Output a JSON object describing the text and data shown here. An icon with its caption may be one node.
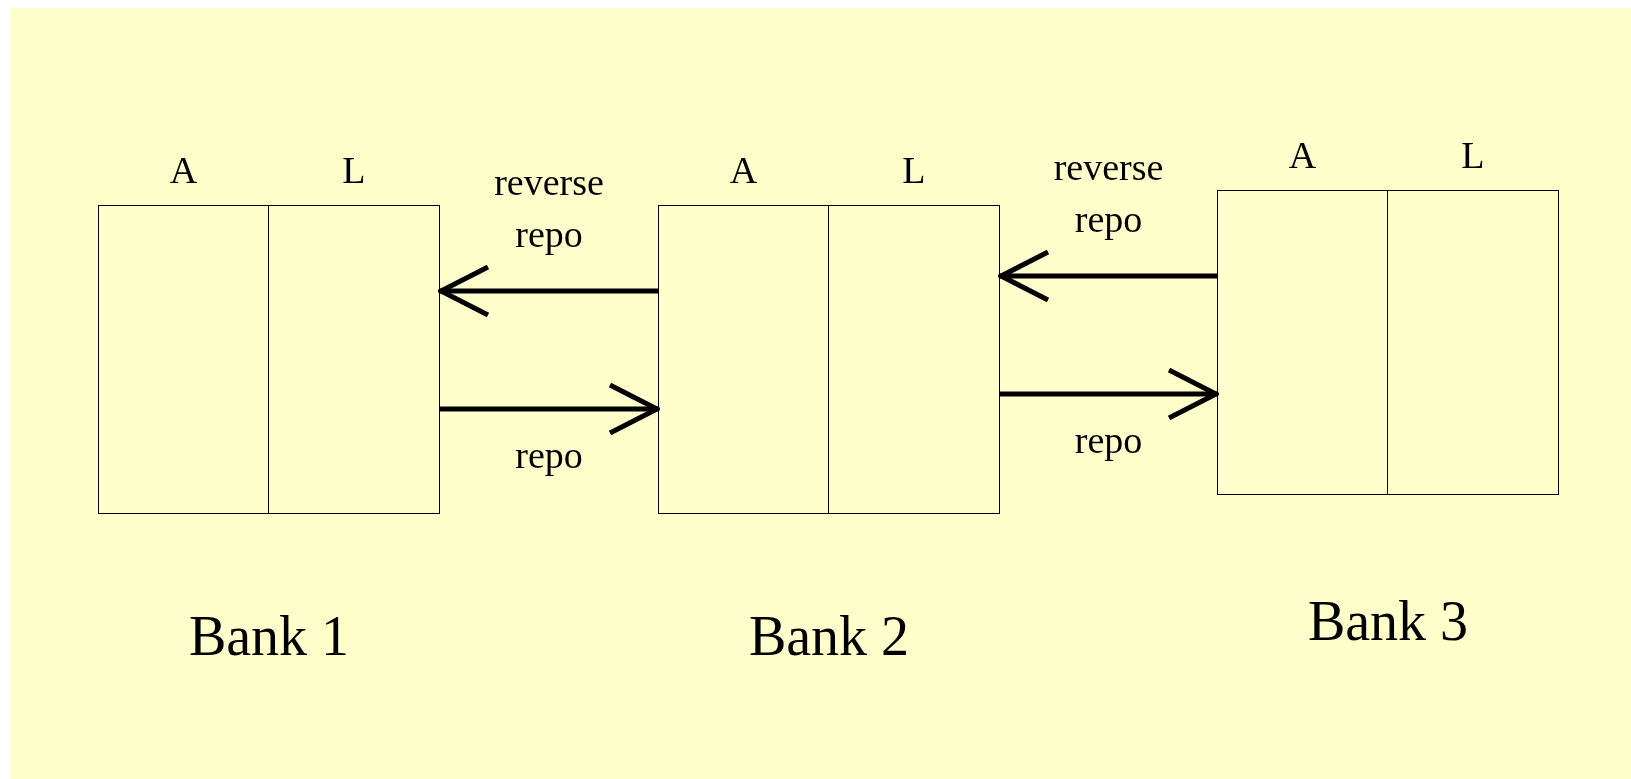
{
  "diagram": {
    "nodes": [
      {
        "text": [
          "Bank 1"
        ]
      },
      {
        "text": [
          "A"
        ],
        "in": 0
      },
      {
        "text": [
          "L"
        ],
        "in": 0
      },
      {
        "text": [
          "Bank 2"
        ]
      },
      {
        "text": [
          "A"
        ],
        "in": 3
      },
      {
        "text": [
          "L"
        ],
        "in": 3
      },
      {
        "text": [
          "Bank 3"
        ]
      },
      {
        "text": [
          "A"
        ],
        "in": 6
      },
      {
        "text": [
          "L"
        ],
        "in": 6
      }
    ],
    "edges": [
      {
        "from": 3,
        "to": 0,
        "label": "reverse repo",
        "arrow": "to"
      },
      {
        "from": 0,
        "to": 3,
        "label": "repo",
        "arrow": "to"
      },
      {
        "from": 6,
        "to": 3,
        "label": "reverse repo",
        "arrow": "to"
      },
      {
        "from": 3,
        "to": 6,
        "label": "repo",
        "arrow": "to"
      }
    ]
  }
}
